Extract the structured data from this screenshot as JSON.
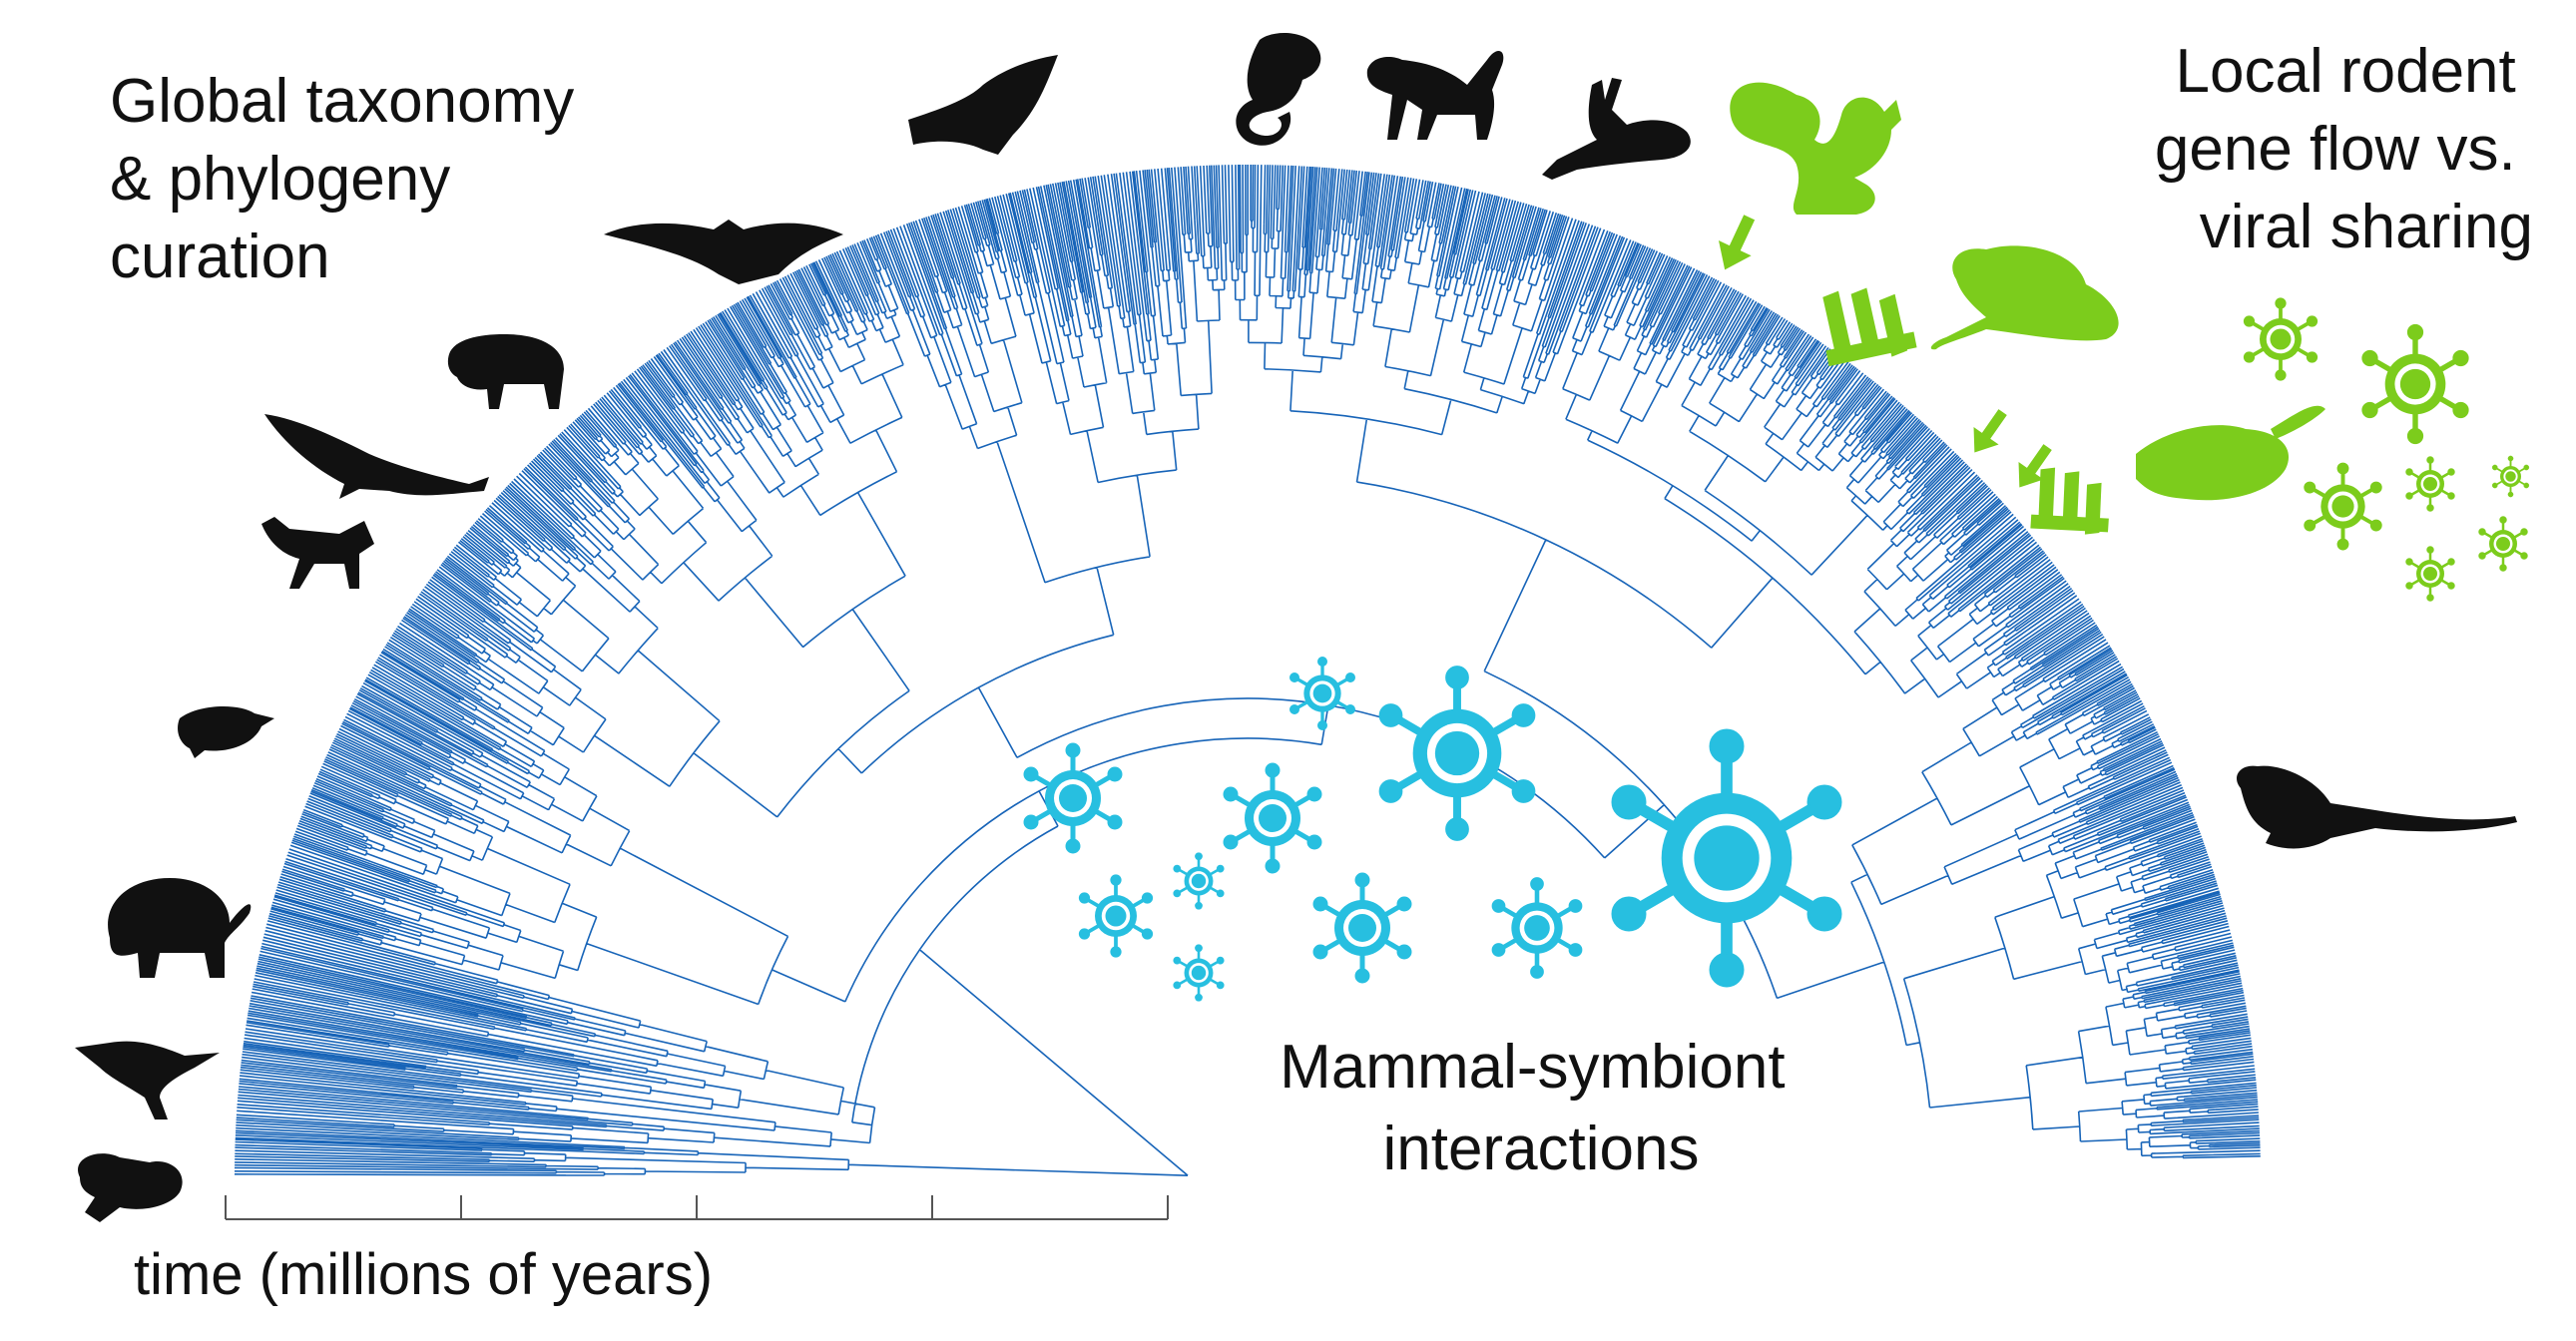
{
  "labels": {
    "top_left": [
      "Global taxonomy",
      "& phylogeny",
      "curation"
    ],
    "top_right": [
      "Local rodent",
      "gene flow vs.",
      "viral sharing"
    ],
    "center": [
      "Mammal-symbiont",
      "interactions"
    ]
  },
  "axis": {
    "label": "time (millions of years)",
    "tick_count": 5
  },
  "colors": {
    "tree": "#1764b8",
    "virus_blue": "#27bfe0",
    "green": "#7ccc1c",
    "silhouette": "#111111",
    "axis": "#555555"
  },
  "icons": {
    "left_silhouettes": [
      "platypus-icon",
      "kangaroo-icon",
      "mammoth-icon",
      "mole-icon",
      "fox-icon",
      "whale-icon",
      "bison-icon",
      "bat-icon",
      "bat-icon",
      "lemur-icon",
      "monkey-icon",
      "hare-icon"
    ],
    "green_silhouettes": [
      "squirrel-icon",
      "rat-icon",
      "hamster-icon"
    ],
    "right_silhouettes": [
      "mouse-icon"
    ],
    "virus": "virus-icon",
    "arrow": "arrow-icon"
  }
}
